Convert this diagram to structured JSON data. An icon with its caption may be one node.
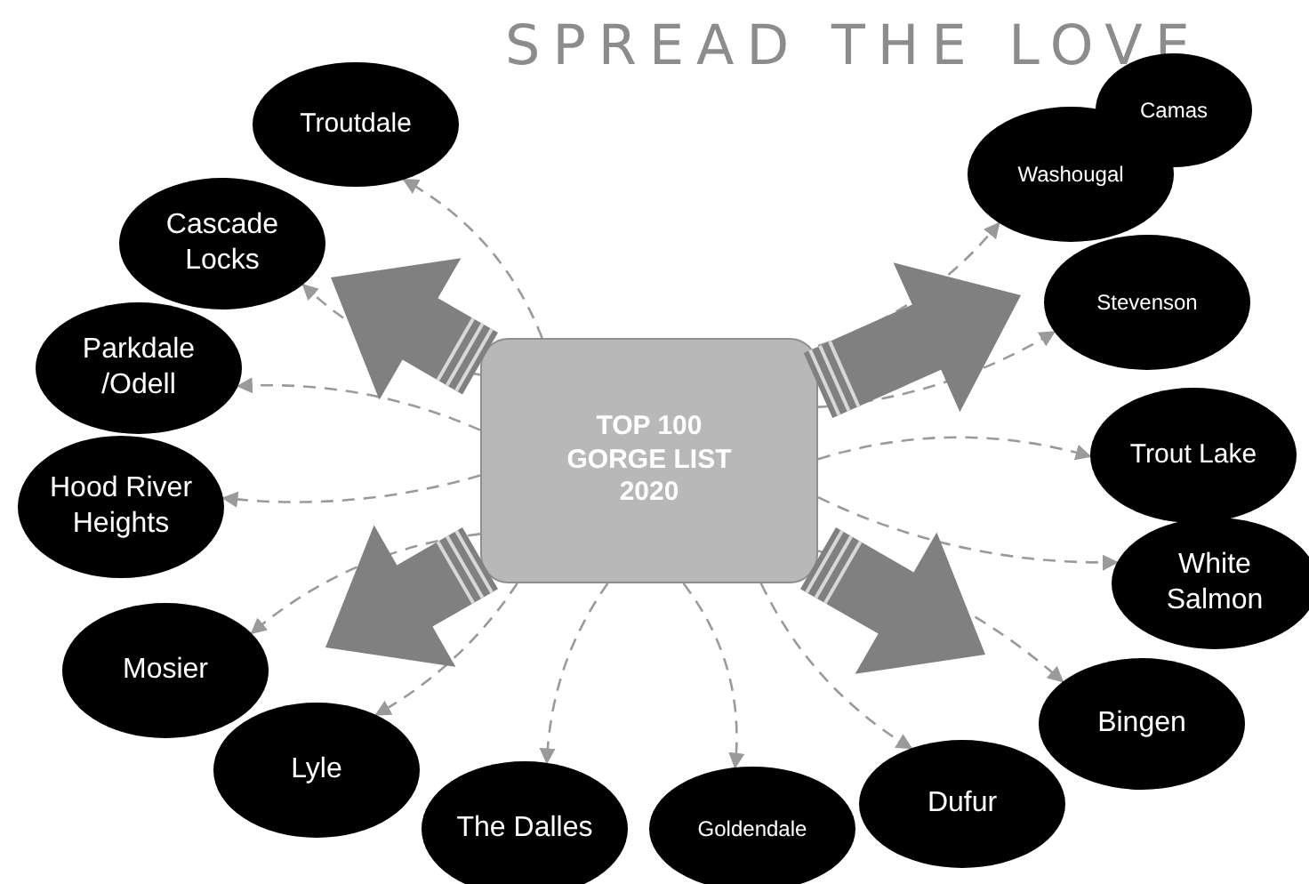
{
  "diagram": {
    "title": "SPREAD THE LOVE",
    "nodes": [
      {
        "text": [
          "TOP 100 GORGE LIST 2020"
        ]
      },
      {
        "text": [
          "Troutdale"
        ]
      },
      {
        "text": [
          "Cascade Locks"
        ]
      },
      {
        "text": [
          "Parkdale /Odell"
        ]
      },
      {
        "text": [
          "Hood River Heights"
        ]
      },
      {
        "text": [
          "Mosier"
        ]
      },
      {
        "text": [
          "Lyle"
        ]
      },
      {
        "text": [
          "The Dalles"
        ]
      },
      {
        "text": [
          "Goldendale"
        ]
      },
      {
        "text": [
          "Dufur"
        ]
      },
      {
        "text": [
          "Bingen"
        ]
      },
      {
        "text": [
          "White Salmon"
        ]
      },
      {
        "text": [
          "Trout Lake"
        ]
      },
      {
        "text": [
          "Stevenson"
        ]
      },
      {
        "text": [
          "Camas"
        ]
      },
      {
        "text": [
          "Washougal"
        ]
      }
    ],
    "edges": [
      {
        "from": 0,
        "to": null,
        "arrow": "to",
        "style": "thick"
      },
      {
        "from": 0,
        "to": null,
        "arrow": "to",
        "style": "thick"
      },
      {
        "from": 0,
        "to": null,
        "arrow": "to",
        "style": "thick"
      },
      {
        "from": 0,
        "to": null,
        "arrow": "to",
        "style": "thick"
      },
      {
        "from": 0,
        "to": 1,
        "arrow": "to",
        "style": "dashed"
      },
      {
        "from": 0,
        "to": 2,
        "arrow": "to",
        "style": "dashed"
      },
      {
        "from": 0,
        "to": 3,
        "arrow": "to",
        "style": "dashed"
      },
      {
        "from": 0,
        "to": 4,
        "arrow": "to",
        "style": "dashed"
      },
      {
        "from": 0,
        "to": 5,
        "arrow": "to",
        "style": "dashed"
      },
      {
        "from": 0,
        "to": 6,
        "arrow": "to",
        "style": "dashed"
      },
      {
        "from": 0,
        "to": 7,
        "arrow": "to",
        "style": "dashed"
      },
      {
        "from": 0,
        "to": 8,
        "arrow": "to",
        "style": "dashed"
      },
      {
        "from": 0,
        "to": 9,
        "arrow": "to",
        "style": "dashed"
      },
      {
        "from": 0,
        "to": 10,
        "arrow": "to",
        "style": "dashed"
      },
      {
        "from": 0,
        "to": 11,
        "arrow": "to",
        "style": "dashed"
      },
      {
        "from": 0,
        "to": 12,
        "arrow": "to",
        "style": "dashed"
      },
      {
        "from": 0,
        "to": 13,
        "arrow": "to",
        "style": "dashed"
      },
      {
        "from": 0,
        "to": 15,
        "arrow": "to",
        "style": "dashed"
      }
    ]
  }
}
